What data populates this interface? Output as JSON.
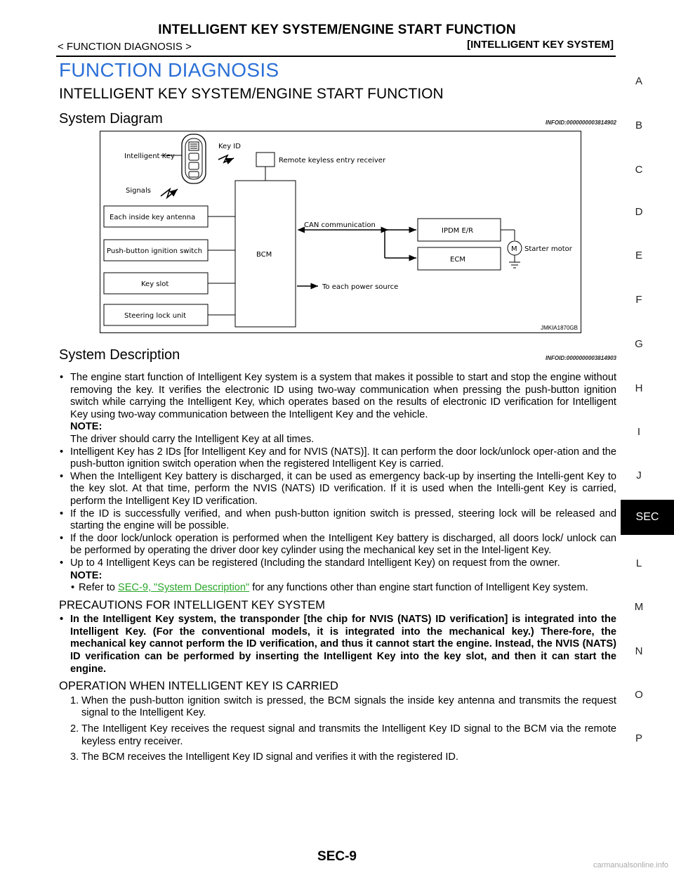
{
  "header": {
    "title": "INTELLIGENT KEY SYSTEM/ENGINE START FUNCTION",
    "left": "< FUNCTION DIAGNOSIS >",
    "right": "[INTELLIGENT KEY SYSTEM]"
  },
  "heading1": "FUNCTION DIAGNOSIS",
  "heading2": "INTELLIGENT KEY SYSTEM/ENGINE START FUNCTION",
  "sections": {
    "diagram": {
      "title": "System Diagram",
      "infoid": "INFOID:0000000003814902"
    },
    "description": {
      "title": "System Description",
      "infoid": "INFOID:0000000003814903"
    }
  },
  "diagram": {
    "intelligent_key": "Intelligent Key",
    "key_id": "Key ID",
    "signals": "Signals",
    "remote_receiver": "Remote keyless entry receiver",
    "antenna": "Each inside key antenna",
    "push_button": "Push-button ignition switch",
    "key_slot": "Key slot",
    "steering_lock": "Steering lock unit",
    "bcm": "BCM",
    "can": "CAN communication",
    "power": "To each power source",
    "ipdm": "IPDM E/R",
    "ecm": "ECM",
    "motor_symbol": "M",
    "starter": "Starter motor",
    "code": "JMKIA1870GB"
  },
  "side_index": [
    "A",
    "B",
    "C",
    "D",
    "E",
    "F",
    "G",
    "H",
    "I",
    "J",
    "L",
    "M",
    "N",
    "O",
    "P"
  ],
  "side_tab": "SEC",
  "bullets": {
    "b1": "The engine start function of Intelligent Key system is a system that makes it possible to start and stop the engine without removing the key. It verifies the electronic ID using two-way communication when pressing the push-button ignition switch while carrying the Intelligent Key, which operates based on the results of electronic ID verification for Intelligent Key using two-way communication between the Intelligent Key and the vehicle.",
    "note_label": "NOTE:",
    "note1": "The driver should carry the Intelligent Key at all times.",
    "b2": "Intelligent Key has 2 IDs [for Intelligent Key and for NVIS (NATS)]. It can perform the door lock/unlock oper-ation and the push-button ignition switch operation when the registered Intelligent Key is carried.",
    "b3": "When the Intelligent Key battery is discharged, it can be used as emergency back-up by inserting the Intelli-gent Key to the key slot. At that time, perform the NVIS (NATS) ID verification. If it is used when the Intelli-gent Key is carried, perform the Intelligent Key ID verification.",
    "b4": "If the ID is successfully verified, and when push-button ignition switch is pressed, steering lock will be released and starting the engine will be possible.",
    "b5": "If the door lock/unlock operation is performed when the Intelligent Key battery is discharged, all doors lock/ unlock can be performed by operating the driver door key cylinder using the mechanical key set in the Intel-ligent Key.",
    "b6": " Up to 4 Intelligent Keys can be registered (Including the standard Intelligent Key) on request from the owner.",
    "note2_pre": "Refer to ",
    "note2_link": "SEC-9, \"System Description\"",
    "note2_post": " for any functions other than engine start function of Intelligent Key system."
  },
  "precautions": {
    "title": "PRECAUTIONS FOR INTELLIGENT KEY SYSTEM",
    "text": "In the Intelligent Key system, the transponder [the chip for NVIS (NATS) ID verification] is integrated into the Intelligent Key. (For the conventional models, it is integrated into the mechanical key.) There-fore, the mechanical key cannot perform the ID verification, and thus it cannot start the engine. Instead, the NVIS (NATS) ID verification can be performed by inserting the Intelligent Key into the key slot, and then it can start the engine."
  },
  "operation": {
    "title": "OPERATION WHEN INTELLIGENT KEY IS CARRIED",
    "steps": [
      {
        "num": "1.",
        "text": "When the push-button ignition switch is pressed, the BCM signals the inside key antenna and transmits the request signal to the Intelligent Key."
      },
      {
        "num": "2.",
        "text": "The Intelligent Key receives the request signal and transmits the Intelligent Key ID signal to the BCM via the remote keyless entry receiver."
      },
      {
        "num": "3.",
        "text": "The BCM receives the Intelligent Key ID signal and verifies it with the registered ID."
      }
    ]
  },
  "footer": "SEC-9",
  "watermark": "carmanualsonline.info"
}
